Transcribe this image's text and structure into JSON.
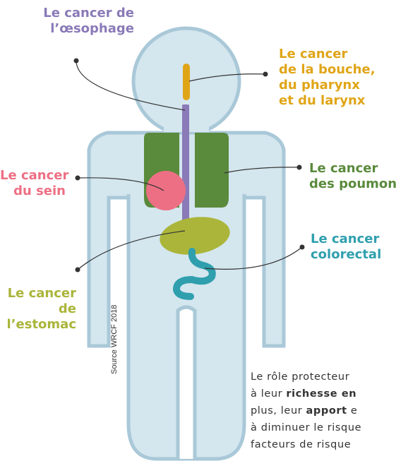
{
  "colors": {
    "body_fill": "#d4e6ee",
    "body_outline": "#a9c8d8",
    "oesophagus": "#8a7ab8",
    "mouth": "#e0a517",
    "lungs": "#5a8a3c",
    "breast": "#ed6f84",
    "stomach": "#aab53a",
    "colon": "#2f9fae",
    "leader_line": "#333333"
  },
  "labels": {
    "oesophagus": [
      "Le cancer de",
      "l’œsophage"
    ],
    "mouth": [
      "Le cancer",
      "de la bouche,",
      "du pharynx",
      "et du larynx"
    ],
    "lungs": [
      "Le cancer",
      "des poumons"
    ],
    "breast": [
      "Le cancer",
      "du sein"
    ],
    "colorectal": [
      "Le cancer",
      "colorectal"
    ],
    "stomach": [
      "Le cancer",
      "de",
      "l’estomac"
    ]
  },
  "source": "Source WRCF 2018",
  "paragraph": {
    "line1": "Le rôle protecteur",
    "line2_pre": "à leur ",
    "line2_bold": "richesse en",
    "line3_pre": "plus, leur ",
    "line3_bold": "apport",
    "line3_post": " e",
    "line4": "à diminuer le risque",
    "line5": "facteurs de risque"
  }
}
